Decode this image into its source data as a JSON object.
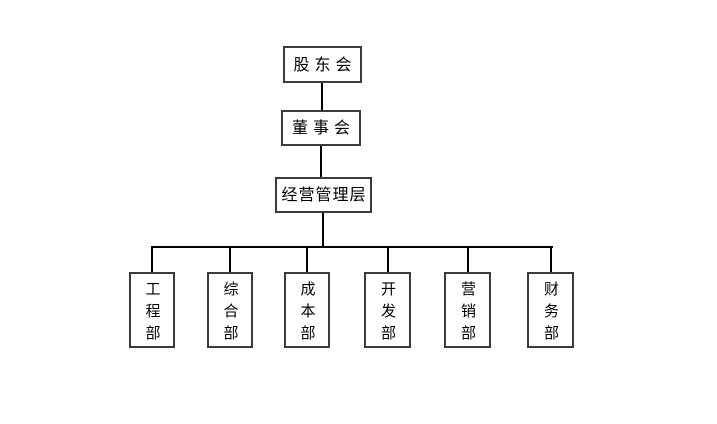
{
  "org_chart": {
    "hierarchy": [
      {
        "id": "shareholders",
        "label": "股东会"
      },
      {
        "id": "board",
        "label": "董事会"
      },
      {
        "id": "management",
        "label": "经营管理层"
      }
    ],
    "departments": [
      {
        "id": "engineering",
        "label": "工程部"
      },
      {
        "id": "general",
        "label": "综合部"
      },
      {
        "id": "cost",
        "label": "成本部"
      },
      {
        "id": "development",
        "label": "开发部"
      },
      {
        "id": "marketing",
        "label": "营销部"
      },
      {
        "id": "finance",
        "label": "财务部"
      }
    ],
    "colors": {
      "box_border": "#3b3b3b",
      "connector": "#000000",
      "text": "#000000",
      "background": "#ffffff"
    }
  }
}
